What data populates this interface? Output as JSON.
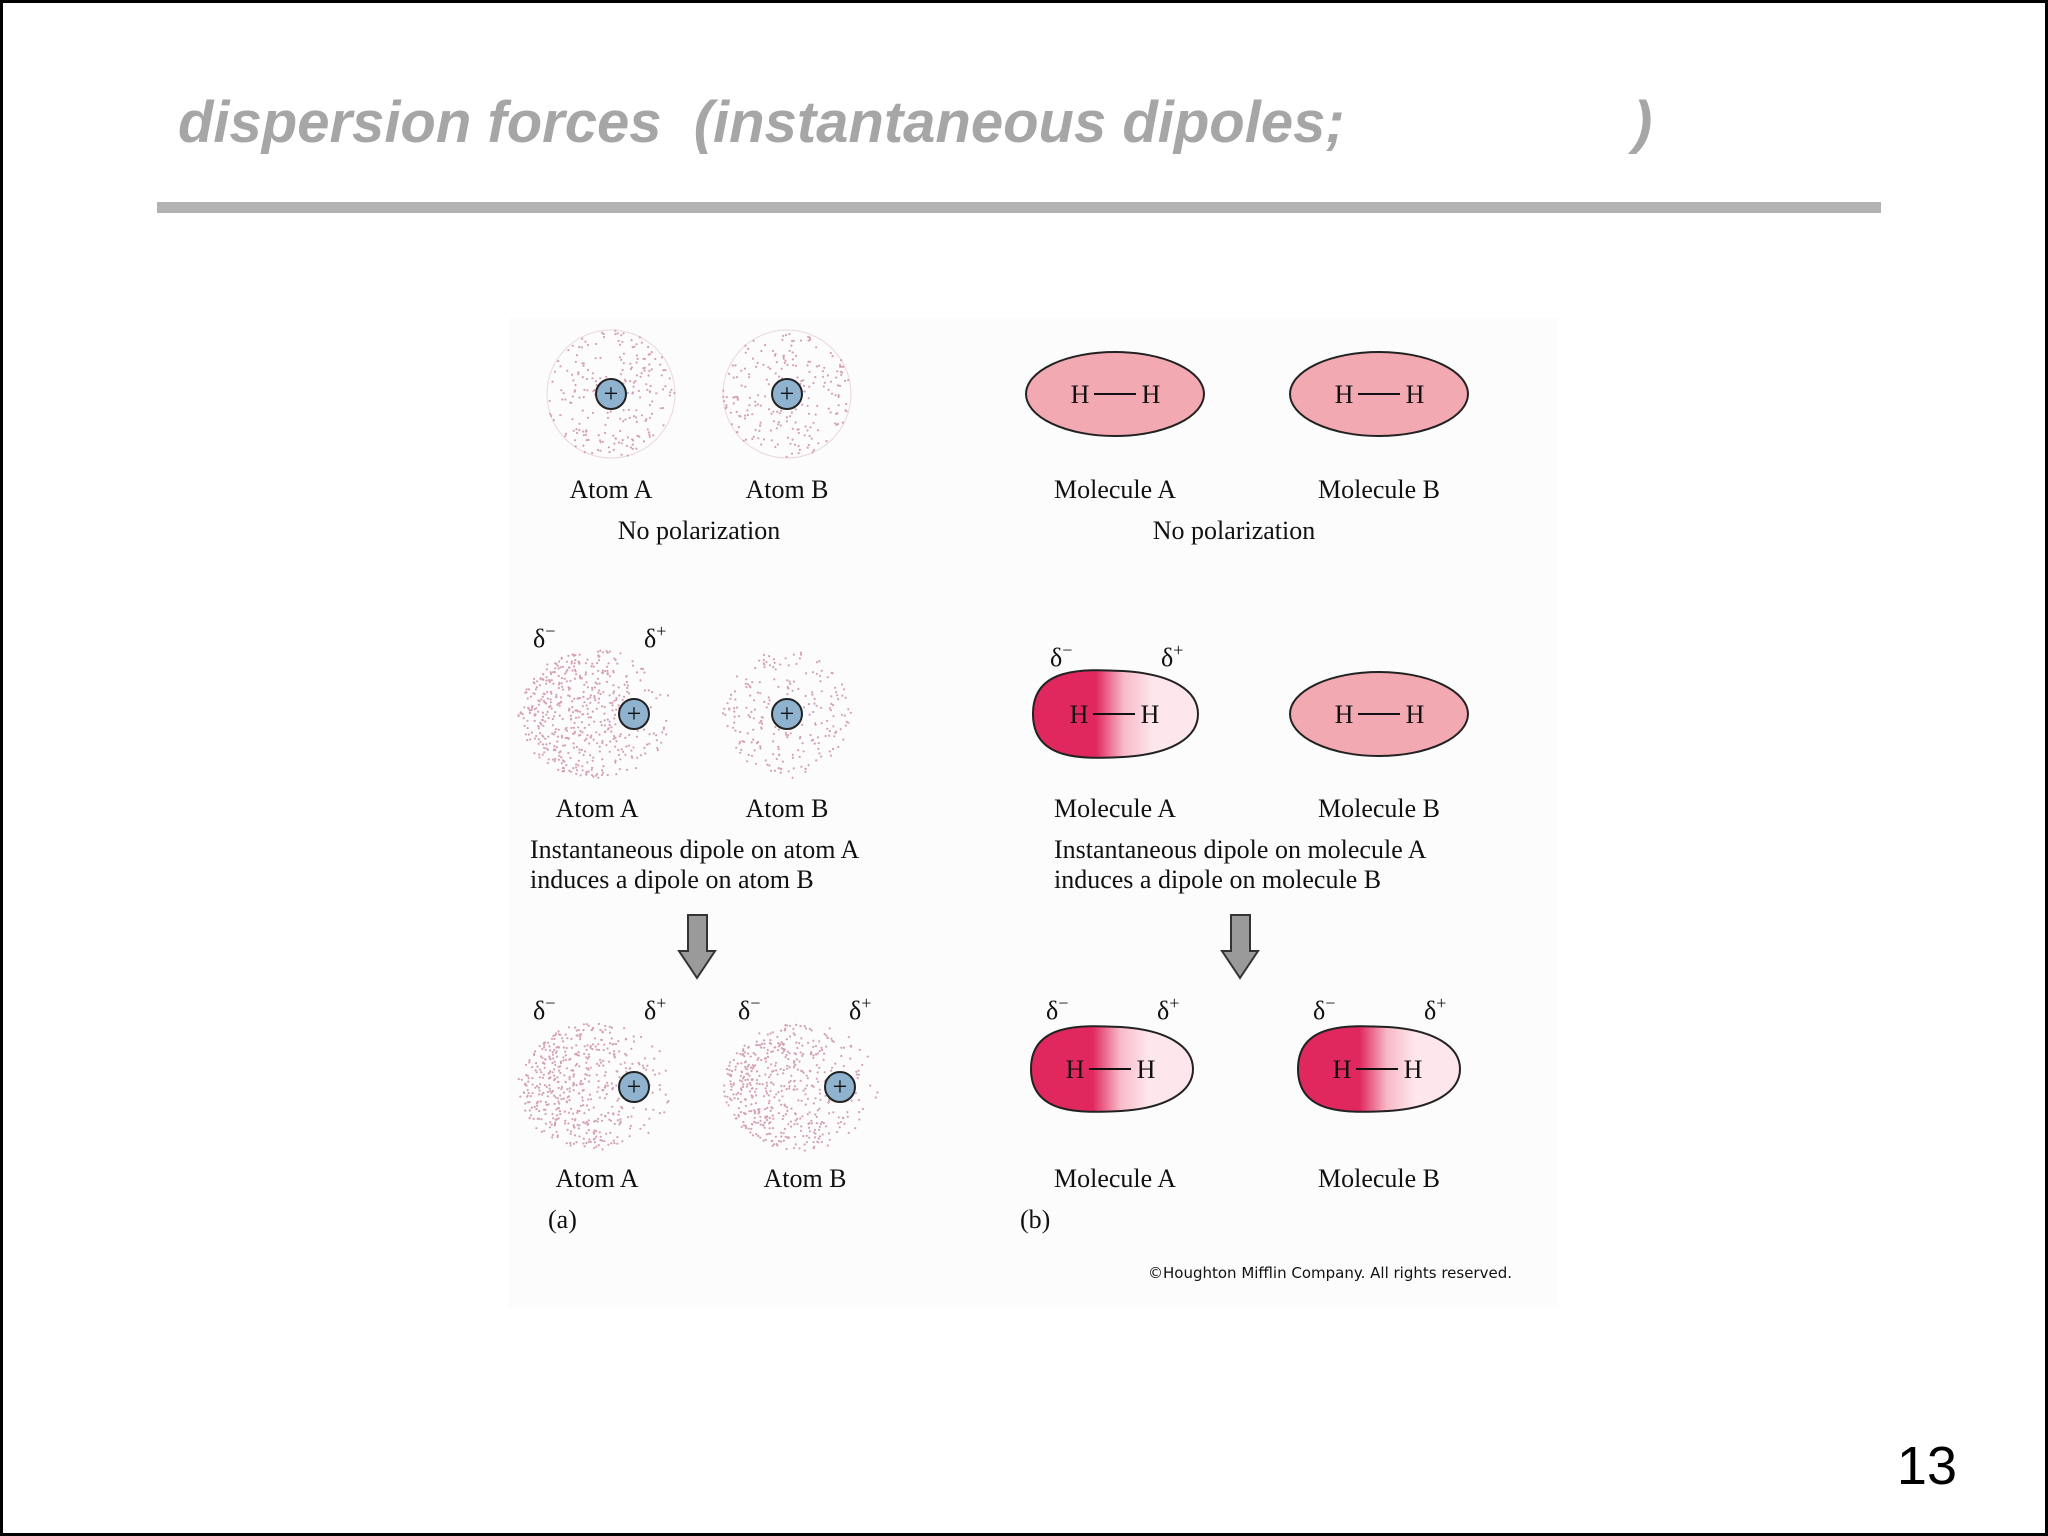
{
  "slide": {
    "title": "dispersion forces  (instantaneous dipoles;",
    "title_close": ")",
    "page_number": "13"
  },
  "figure": {
    "atom_charge_symbol": "+",
    "delta_minus": "δ",
    "delta_plus": "δ",
    "minus_sign": "−",
    "plus_sign": "+",
    "h_atom": "H",
    "panel_a": {
      "row1": {
        "left_label": "Atom A",
        "right_label": "Atom B",
        "caption": "No polarization"
      },
      "row2": {
        "left_label": "Atom A",
        "right_label": "Atom B",
        "caption_line1": "Instantaneous dipole on atom A",
        "caption_line2": "induces a dipole on atom B"
      },
      "row3": {
        "left_label": "Atom A",
        "right_label": "Atom B"
      },
      "tag": "(a)"
    },
    "panel_b": {
      "row1": {
        "left_label": "Molecule A",
        "right_label": "Molecule B",
        "caption": "No polarization"
      },
      "row2": {
        "left_label": "Molecule A",
        "right_label": "Molecule B",
        "caption_line1": "Instantaneous dipole on molecule A",
        "caption_line2": "induces a dipole on molecule B"
      },
      "row3": {
        "left_label": "Molecule A",
        "right_label": "Molecule B"
      },
      "tag": "(b)"
    },
    "copyright": "©Houghton Mifflin Company. All rights reserved.",
    "colors": {
      "nucleus_fill": "#8fb2cf",
      "molecule_fill": "#f2a9b2",
      "dipole_dark": "#e0285e",
      "dipole_light": "#fde6ec",
      "electron_dot": "#d3a0b4",
      "arrow_fill": "#9a9a9a"
    }
  }
}
